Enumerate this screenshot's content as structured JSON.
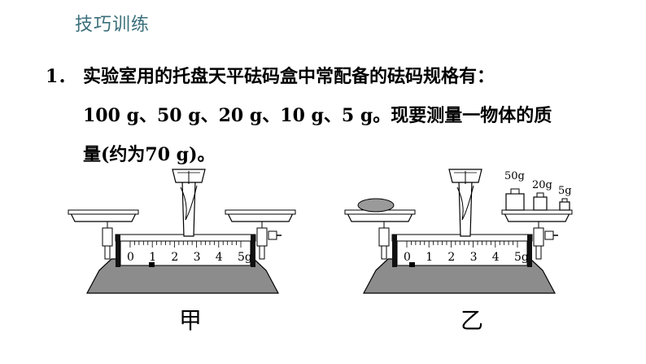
{
  "header": {
    "title": "技巧训练"
  },
  "question": {
    "number": "1．",
    "line1": "实验室用的托盘天平砝码盒中常配备的砝码规格有：",
    "line2": "100 g、50 g、20 g、10 g、5 g。现要测量一物体的质",
    "line3": "量(约为70 g)。"
  },
  "figure": {
    "ruler_ticks": [
      "0",
      "1",
      "2",
      "3",
      "4",
      "5g"
    ],
    "weights": [
      "50g",
      "20g",
      "5g"
    ],
    "captions": {
      "left": "甲",
      "right": "乙"
    }
  }
}
